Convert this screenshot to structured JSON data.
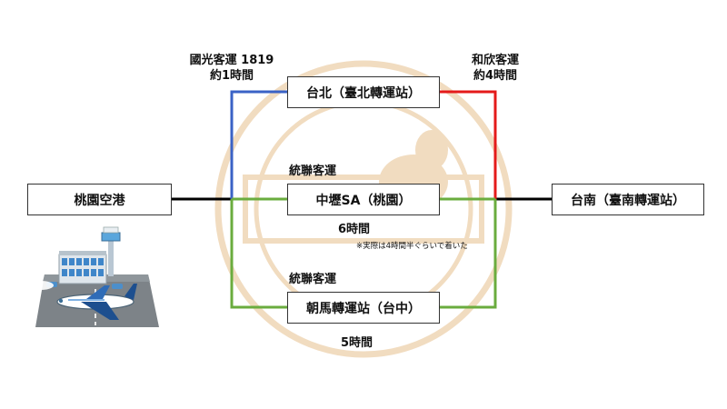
{
  "nodes": {
    "taoyuan_airport": "桃園空港",
    "taipei": "台北（臺北轉運站）",
    "zhongli": "中壢SA（桃園）",
    "chaoma": "朝馬轉運站（台中）",
    "tainan": "台南（臺南轉運站）"
  },
  "routes": {
    "kuokuang": {
      "operator": "國光客運 1819",
      "duration": "約1時間",
      "color": "#3a62c6"
    },
    "hohsin": {
      "operator": "和欣客運",
      "duration": "約4時間",
      "color": "#e41a1a"
    },
    "ubus_zhongli": {
      "operator": "統聯客運",
      "duration": "6時間",
      "color": "#6aac3e"
    },
    "ubus_chaoma": {
      "operator": "統聯客運",
      "duration": "5時間",
      "color": "#6aac3e"
    }
  },
  "note": "※実際は4時間半ぐらいで着いた",
  "colors": {
    "connector": "#000000",
    "watermark": "#f1dcc0"
  },
  "icons": {
    "airport_illustration": "airport-illustration",
    "stamp_watermark": "stamp-watermark"
  }
}
